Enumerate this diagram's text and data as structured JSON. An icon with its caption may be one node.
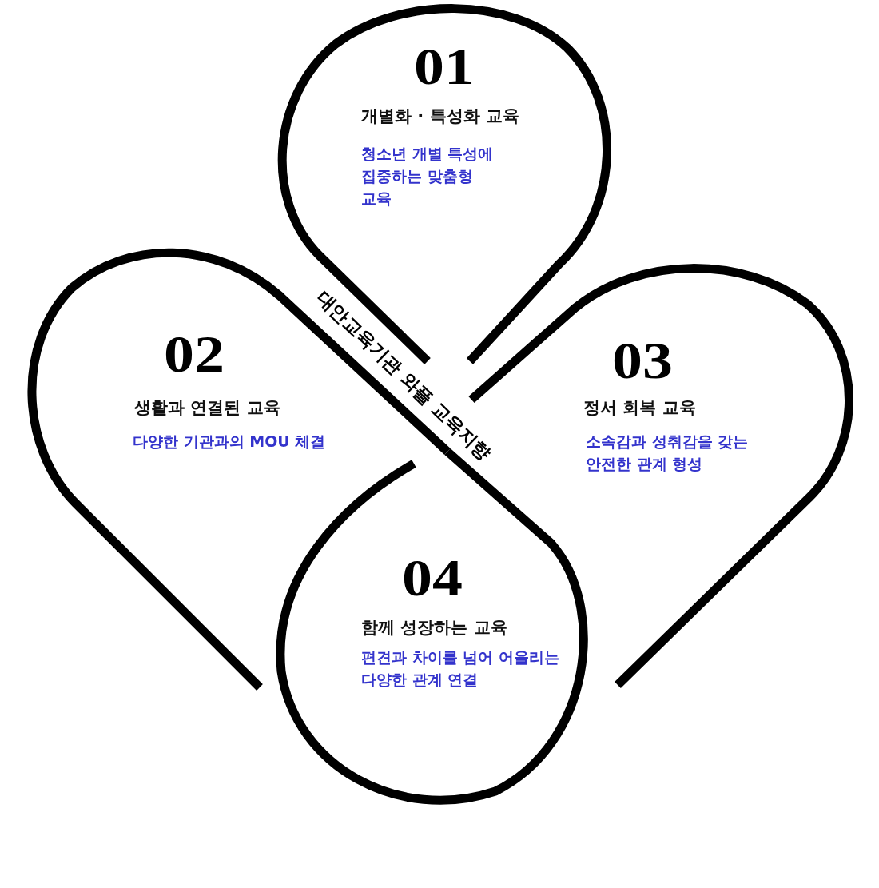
{
  "diagram": {
    "nodes": [
      {
        "text": [
          "01",
          "개별화 · 특성화 교육",
          "청소년 개별 특성에 집중하는 맞춤형 교육"
        ]
      },
      {
        "text": [
          "02",
          "생활과 연결된 교육",
          "다양한 기관과의 MOU 체결"
        ]
      },
      {
        "text": [
          "03",
          "정서 회복 교육",
          "소속감과 성취감을 갖는 안전한 관계 형성"
        ]
      },
      {
        "text": [
          "04",
          "함께 성장하는 교육",
          "편견과 차이를 넘어 어울리는 다양한 관계 연결"
        ]
      }
    ],
    "labels": [
      "대안교육기관 와플 교육지향"
    ]
  }
}
